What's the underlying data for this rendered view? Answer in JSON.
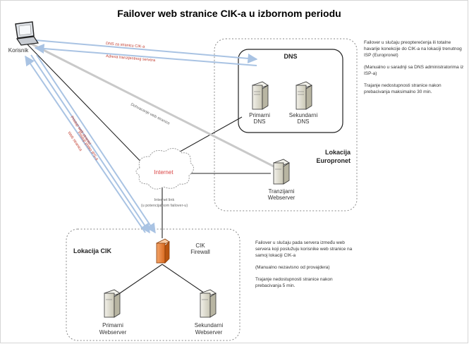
{
  "title": "Failover web stranice CIK-a u izbornom periodu",
  "nodes": {
    "laptop": "Korisnik",
    "dns_box": "DNS",
    "primary_dns": [
      "Primarni",
      "DNS"
    ],
    "secondary_dns": [
      "Sekundarni",
      "DNS"
    ],
    "internet": "Internet",
    "temp_webserver": [
      "Tranzijarni",
      "Webserver"
    ],
    "firewall": [
      "CIK",
      "Firewall"
    ],
    "primary_web": [
      "Primarni",
      "Webserver"
    ],
    "secondary_web": [
      "Sekundarni",
      "Webserver"
    ]
  },
  "locations": {
    "europronet": [
      "Lokacija",
      "Europronet"
    ],
    "cik": "Lokacija CIK"
  },
  "arrows": {
    "dns_query": "DNS za stranicu CIK-a",
    "dns_reply": "Adresa tranzijentnog servera",
    "temp_access": "Dohvacanje web stranice",
    "link_label_1": "Pristup web stranici",
    "link_label_2": "Pristup preko IPS-a",
    "link_label_3": "Web stranica",
    "internet_link": [
      "Internet link",
      "(u potencijalnom failover-u)"
    ]
  },
  "notes": {
    "top": [
      "Failover u slučaju preopterećenja ili totalne havarije konekcije do CIK-a na lokaciji trenutnog ISP (Europronet)",
      "(Manualno u saradnji sa DNS administratorima iz ISP-a)",
      "Trajanje nedostupnosti stranice nakon prebacivanja maksimalno 30 min."
    ],
    "bottom": [
      "Failover u slučaju pada servera između web servera koji poslužuju korisnike web stranice na samoj lokaciji CIK-a",
      "(Manualno nezavisno od provajdera)",
      "Trajanje nedostupnosti stranice nakon prebacivanja 5 min."
    ]
  }
}
